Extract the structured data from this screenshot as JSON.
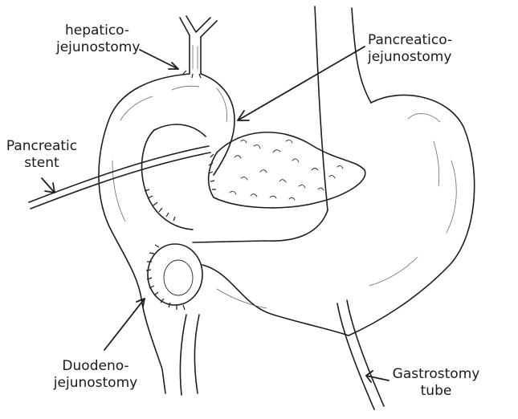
{
  "labels": {
    "hepaticojejunostomy": {
      "line1": "hepatico-",
      "line2": "jejunostomy"
    },
    "pancreaticojejunostomy": {
      "line1": "Pancreatico-",
      "line2": "jejunostomy"
    },
    "pancreatic_stent": {
      "line1": "Pancreatic",
      "line2": "stent"
    },
    "duodenojejunostomy": {
      "line1": "Duodeno-",
      "line2": "jejunostomy"
    },
    "gastrostomy_tube": {
      "line1": "Gastrostomy",
      "line2": "tube"
    }
  },
  "colors": {
    "ink": "#1e1e1e",
    "background": "#ffffff"
  }
}
